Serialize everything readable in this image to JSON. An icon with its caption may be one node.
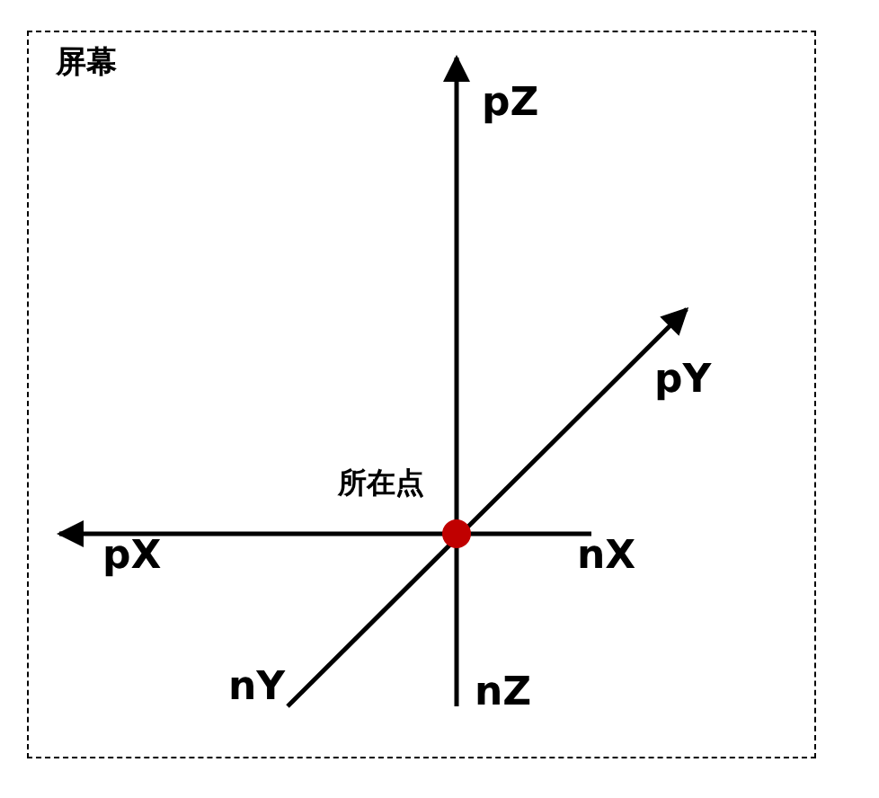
{
  "diagram": {
    "nodes": [
      {
        "text": [
          "屏幕"
        ]
      }
    ],
    "labels": [
      "pZ",
      "pY",
      "所在点",
      "pX",
      "nX",
      "nY",
      "nZ"
    ]
  }
}
